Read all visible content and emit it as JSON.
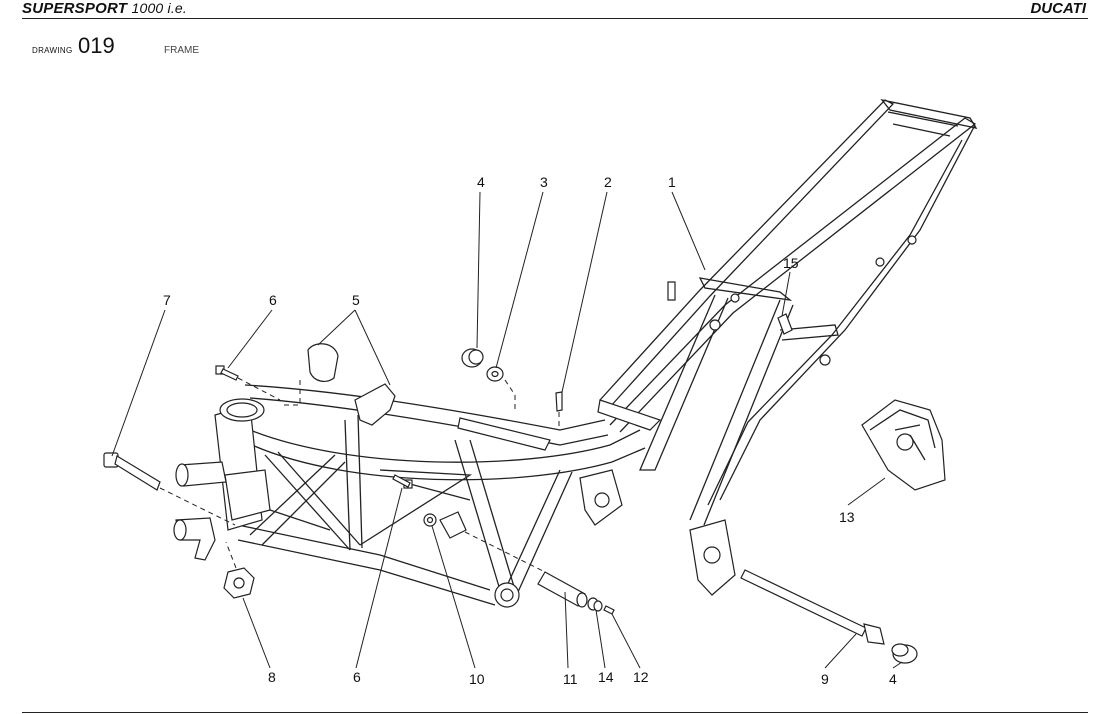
{
  "header": {
    "model": "SUPERSPORT",
    "model_suffix": "1000 i.e.",
    "brand": "DUCATI"
  },
  "drawing": {
    "label": "DRAWING",
    "number": "019",
    "section": "FRAME"
  },
  "callouts": [
    "1",
    "2",
    "3",
    "4",
    "5",
    "6",
    "7",
    "6",
    "8",
    "10",
    "11",
    "14",
    "12",
    "9",
    "4",
    "13",
    "15"
  ]
}
